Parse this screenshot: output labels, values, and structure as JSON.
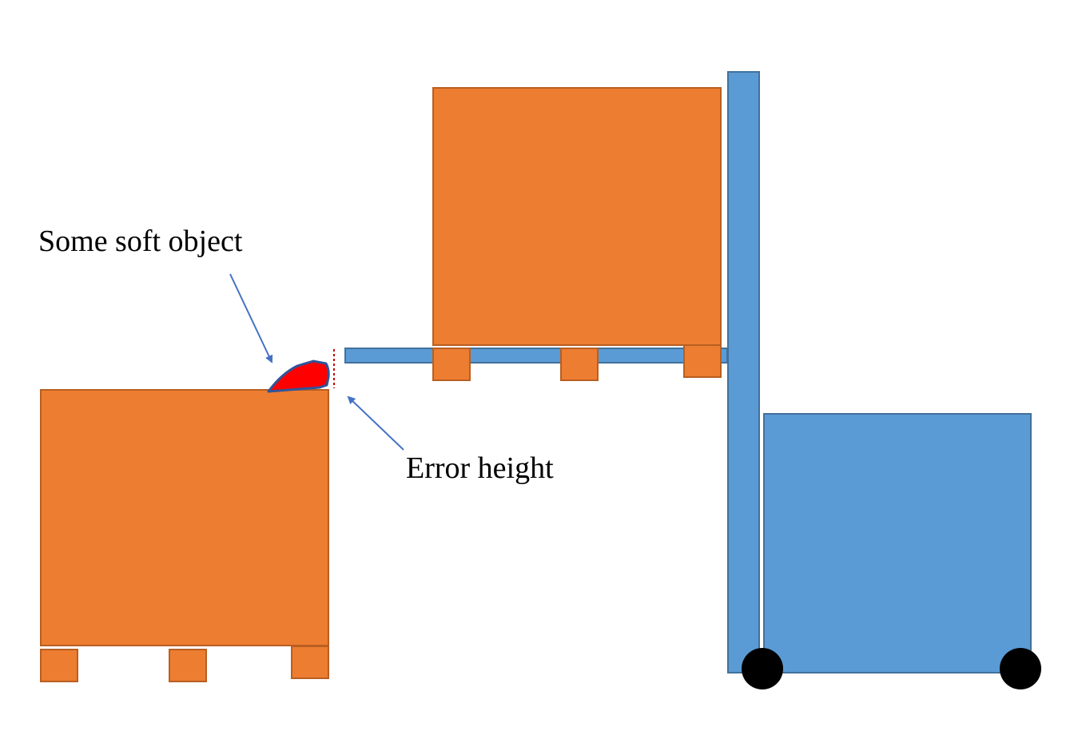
{
  "labels": {
    "soft_object": "Some soft object",
    "error_height": "Error height"
  },
  "colors": {
    "pallet_fill": "#ED7D31",
    "pallet_stroke": "#B85F22",
    "forklift_fill": "#5B9BD5",
    "forklift_stroke": "#41719C",
    "soft_object_fill": "#FF0000",
    "soft_object_stroke": "#2F5597",
    "arrow": "#4472C4",
    "error_marker": "#C00000",
    "wheel": "#000000"
  },
  "icons": {
    "soft_object": "soft-object-blob",
    "wheels": "wheel-circle",
    "arrows": "arrow-pointer"
  }
}
